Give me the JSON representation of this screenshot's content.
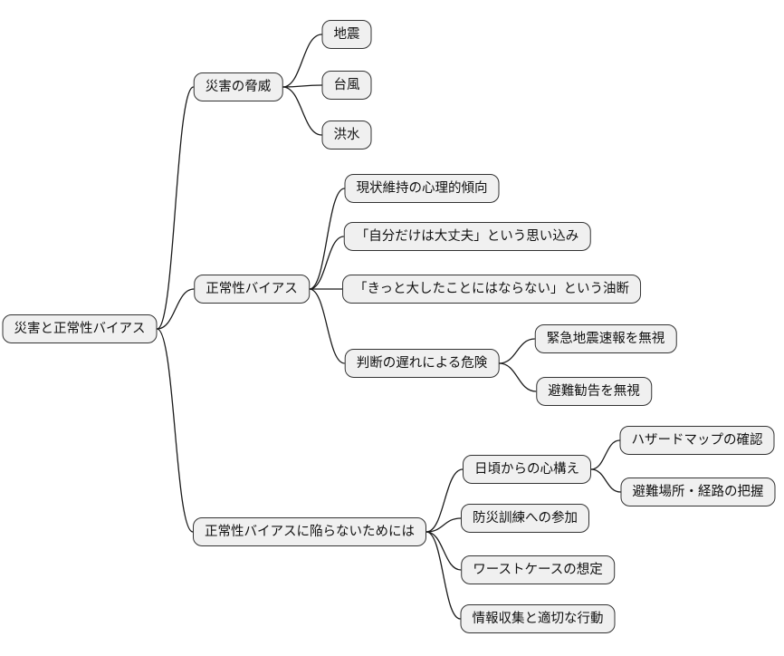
{
  "mindmap": {
    "title": "災害と正常性バイアス",
    "style": {
      "background": "#ffffff",
      "node_fill": "#f0f0f0",
      "node_border": "#333333",
      "link_color": "#1a1a1a"
    },
    "nodes": {
      "root": {
        "label": "災害と正常性バイアス"
      },
      "threat": {
        "label": "災害の脅威"
      },
      "earthquake": {
        "label": "地震"
      },
      "typhoon": {
        "label": "台風"
      },
      "flood": {
        "label": "洪水"
      },
      "bias": {
        "label": "正常性バイアス"
      },
      "status_quo": {
        "label": "現状維持の心理的傾向"
      },
      "self_ok": {
        "label": "「自分だけは大丈夫」という思い込み"
      },
      "no_big_deal": {
        "label": "「きっと大したことにはならない」という油断"
      },
      "delay": {
        "label": "判断の遅れによる危険"
      },
      "eew_ignore": {
        "label": "緊急地震速報を無視"
      },
      "evac_ignore": {
        "label": "避難勧告を無視"
      },
      "prevention": {
        "label": "正常性バイアスに陥らないためには"
      },
      "mindset": {
        "label": "日頃からの心構え"
      },
      "hazard_map": {
        "label": "ハザードマップの確認"
      },
      "evac_route": {
        "label": "避難場所・経路の把握"
      },
      "drill": {
        "label": "防災訓練への参加"
      },
      "worst_case": {
        "label": "ワーストケースの想定"
      },
      "info_action": {
        "label": "情報収集と適切な行動"
      }
    },
    "edges": [
      [
        "root",
        "threat"
      ],
      [
        "root",
        "bias"
      ],
      [
        "root",
        "prevention"
      ],
      [
        "threat",
        "earthquake"
      ],
      [
        "threat",
        "typhoon"
      ],
      [
        "threat",
        "flood"
      ],
      [
        "bias",
        "status_quo"
      ],
      [
        "bias",
        "self_ok"
      ],
      [
        "bias",
        "no_big_deal"
      ],
      [
        "bias",
        "delay"
      ],
      [
        "delay",
        "eew_ignore"
      ],
      [
        "delay",
        "evac_ignore"
      ],
      [
        "prevention",
        "mindset"
      ],
      [
        "prevention",
        "drill"
      ],
      [
        "prevention",
        "worst_case"
      ],
      [
        "prevention",
        "info_action"
      ],
      [
        "mindset",
        "hazard_map"
      ],
      [
        "mindset",
        "evac_route"
      ]
    ]
  }
}
